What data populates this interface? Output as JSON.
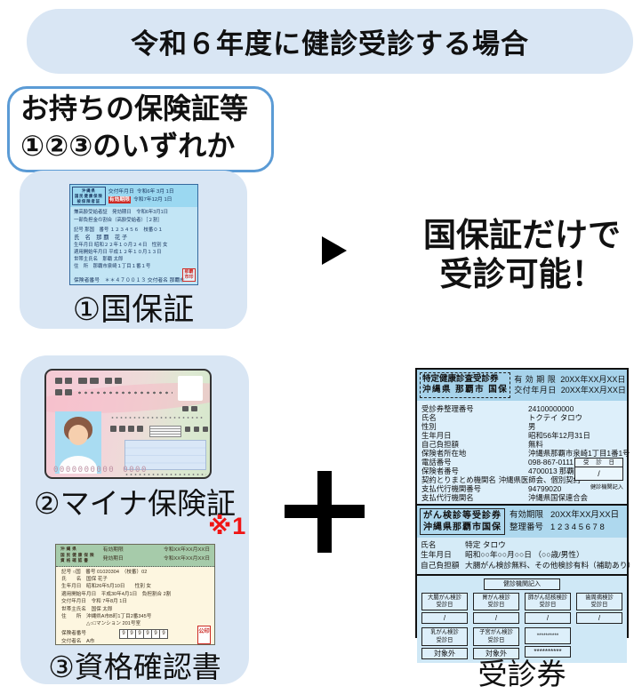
{
  "banner": {
    "title": "令和６年度に健診受診する場合"
  },
  "holder_box": {
    "line1": "お持ちの保険証等",
    "line2": "①②③のいずれか"
  },
  "right_note": {
    "line1": "国保証だけで",
    "line2": "受診可能！"
  },
  "note_ref": "※1",
  "options": {
    "option1_label": "①国保証",
    "option2_label": "②マイナ保険証",
    "option3_label": "③資格確認書"
  },
  "kokuho_card": {
    "issuer_lines": [
      "沖縄県",
      "国民健康保険",
      "被保険者証"
    ],
    "issue_row": {
      "label": "交付年月日",
      "value": "令和6年 3月 1日"
    },
    "expiry_row": {
      "label": "有効期限",
      "value": "令和7年12月 1日"
    },
    "body_lines": [
      "兼高齢受給者証　発効期日　令和6年3月1日",
      "一部負担金の割合（高齢受給者）［２割］",
      "記号 那国　番号 １２３４５６　枝番０１",
      "氏　名　那 覇　花 子",
      "生年月日 昭和２２年１０月２４日　性別 女",
      "適用開始年月日 平成１２年１０月１３日",
      "世帯主氏名　那覇 太郎",
      "住　所　那覇市泉崎１丁目１番１号"
    ],
    "footer": "保険者番号　＊＊４７００１３ 交付者名 那覇市",
    "stamp": "那覇市印"
  },
  "myna_card": {
    "number1": "0000000000",
    "number2": "0000"
  },
  "kakunin_card": {
    "title_lines": [
      "沖縄県",
      "国民健康保険",
      "資格確認書"
    ],
    "validity_row": {
      "label": "有効期限",
      "value": "令和XX年XX月XX日"
    },
    "effective_row": {
      "label": "発効期日",
      "value": "令和XX年XX月XX日"
    },
    "body_lines": [
      "記号 ○国　番号 01020304　（枝番）02",
      "氏　　名　国保 花子",
      "生年月日　昭和26年5月10日　　性別 女",
      "適用開始年月日　平成30年4月1日　負担割合 2割",
      "交付年月日　令和 7年8月 1日",
      "世帯主氏名　国保 太郎",
      "住　　所　沖縄県A市B町1丁目2番345号",
      "　　　　　△○□マンション 201号室"
    ],
    "insurer_label": "保険者番号",
    "insurer_digits": [
      "9",
      "9",
      "9",
      "9",
      "9",
      "9"
    ],
    "issuer_line": "交付者名　A市",
    "stamp": "公印"
  },
  "ticket": {
    "label": "受診券",
    "sec1": {
      "title_lines": [
        "特定健康診査受診券",
        "沖縄県 那覇市 国保"
      ],
      "header_rows": [
        [
          "有 効 期 限",
          "20XX年XX月XX日"
        ],
        [
          "交付年月日",
          "20XX年XX月XX日"
        ]
      ],
      "rows": [
        [
          "受診券整理番号",
          "24100000000"
        ],
        [
          "氏名",
          "トクテイ タロウ"
        ],
        [
          "性別",
          "男"
        ],
        [
          "生年月日",
          "昭和56年12月31日"
        ],
        [
          "自己負担額",
          "無料"
        ],
        [
          "保険者所在地",
          "沖縄県那覇市泉崎1丁目1番1号"
        ],
        [
          "電話番号",
          "098-867-0111"
        ],
        [
          "保険者番号",
          "4700013 那覇市"
        ],
        [
          "契約とりまとめ機関名",
          "沖縄県医師会、個別契約"
        ],
        [
          "支払代行機関番号",
          "94799020"
        ],
        [
          "支払代行機関名",
          "沖縄県国保連合会"
        ]
      ],
      "visit_box": {
        "header": "受 診 日",
        "value": "/",
        "caption": "健診機関記入"
      }
    },
    "sec2": {
      "title_lines": [
        "がん検診等受診券",
        "沖縄県那覇市国保"
      ],
      "header_rows": [
        [
          "有効期限",
          "20XX年XX月XX日"
        ],
        [
          "整理番号",
          "1 2 3 4 5 6 7 8"
        ]
      ],
      "rows": [
        [
          "氏名",
          "特定 タロウ"
        ],
        [
          "生年月日",
          "昭和○○年○○月○○日 （○○歳/男性）"
        ],
        [
          "自己負担額",
          "大腸がん検診無料、その他検診有料（補助あり）"
        ]
      ]
    },
    "grid": {
      "caption": "健診機関記入",
      "row1": [
        {
          "name": "大腸がん検診",
          "sub": "受診日",
          "value": "/"
        },
        {
          "name": "胃がん検診",
          "sub": "受診日",
          "value": "/"
        },
        {
          "name": "肺がん結核検診",
          "sub": "受診日",
          "value": "/"
        },
        {
          "name": "歯周病検診",
          "sub": "受診日",
          "value": "/"
        }
      ],
      "row2": [
        {
          "name": "乳がん検診",
          "sub": "受診日",
          "value": "対象外"
        },
        {
          "name": "子宮がん検診",
          "sub": "受診日",
          "value": "対象外"
        },
        {
          "name": "**********",
          "sub": "",
          "value": "**********"
        }
      ]
    }
  },
  "colors": {
    "panel_blue": "#d9e6f4",
    "holder_border_blue": "#5b9bd5",
    "note_red": "#f01414",
    "ticket_header_blue": "#a7d3eb",
    "ticket_body_blue": "#ddeffa",
    "kokuho_card_blue": "#c2e5f5",
    "kokuho_header_blue": "#9bd8f1",
    "kakunin_header_green": "#a6cbaa",
    "kakunin_body_cream": "#fdf6e0",
    "stamp_red": "#cc2a24"
  }
}
